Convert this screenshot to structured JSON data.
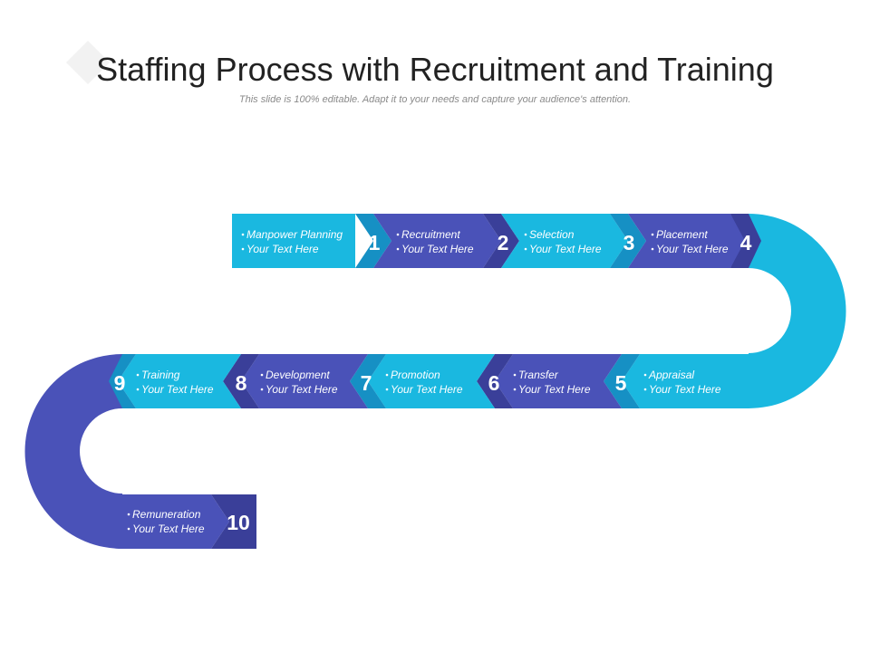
{
  "header": {
    "title": "Staffing Process with Recruitment and Training",
    "subtitle": "This slide is 100% editable. Adapt it to your needs and capture your audience's attention."
  },
  "colors": {
    "cyan": "#1ab8e0",
    "cyan_dark": "#1690c4",
    "indigo": "#4a52b8",
    "indigo_dark": "#3a3f99"
  },
  "steps": [
    {
      "number": "1",
      "title": "Manpower  Planning",
      "text": "Your Text Here"
    },
    {
      "number": "2",
      "title": "Recruitment",
      "text": "Your Text Here"
    },
    {
      "number": "3",
      "title": "Selection",
      "text": "Your Text Here"
    },
    {
      "number": "4",
      "title": "Placement",
      "text": "Your Text Here"
    },
    {
      "number": "5",
      "title": "Appraisal",
      "text": "Your Text Here"
    },
    {
      "number": "6",
      "title": "Transfer",
      "text": "Your Text Here"
    },
    {
      "number": "7",
      "title": "Promotion",
      "text": "Your Text Here"
    },
    {
      "number": "8",
      "title": "Development",
      "text": "Your Text Here"
    },
    {
      "number": "9",
      "title": "Training",
      "text": "Your Text Here"
    },
    {
      "number": "10",
      "title": "Remuneration",
      "text": "Your Text Here"
    }
  ]
}
